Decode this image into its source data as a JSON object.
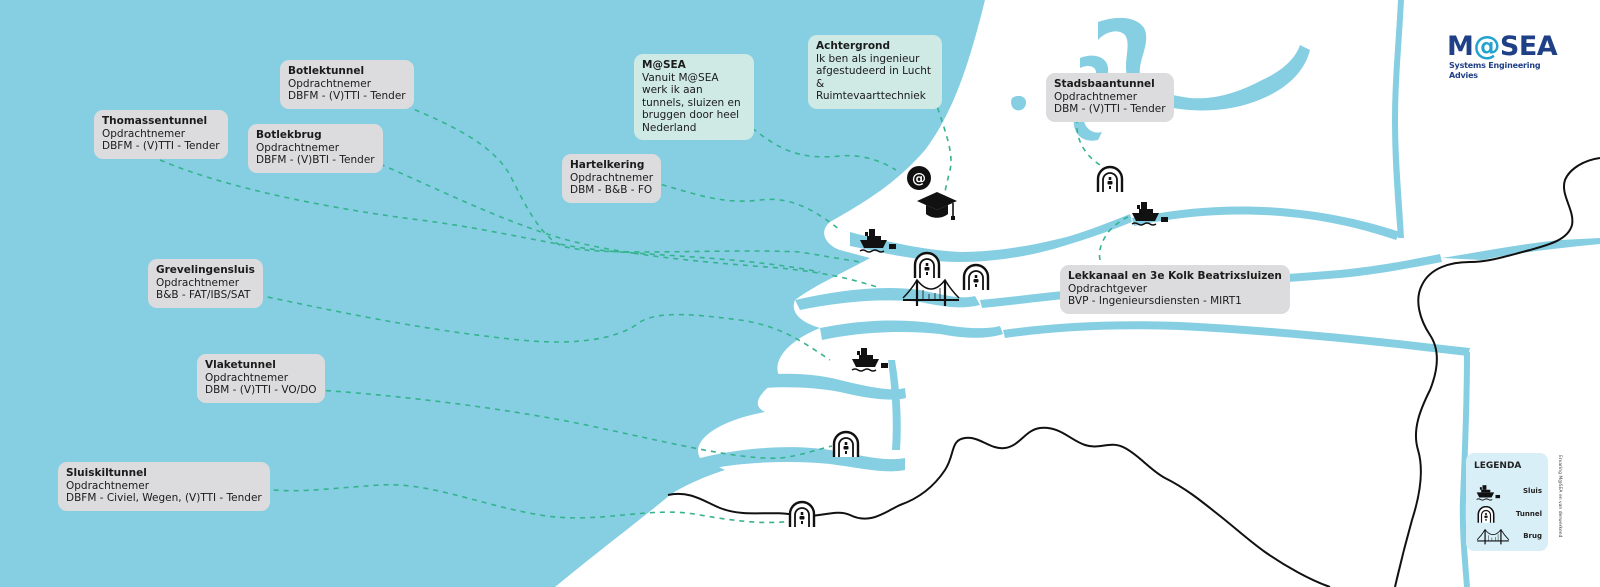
{
  "colors": {
    "sea": "#86cfe3",
    "land": "#ffffff",
    "route": "#35b38e",
    "card": "#dcdcde",
    "card_highlight": "#cfe9e4",
    "brand": "#1f3f86",
    "brand_accent": "#22a2cf"
  },
  "logo": {
    "brand_left": "M",
    "brand_at": "@",
    "brand_right": "SEA",
    "subtitle": "Systems Engineering Advies"
  },
  "intro": {
    "title": "M@SEA",
    "text": "Vanuit M@SEA werk ik aan tunnels, sluizen en bruggen door heel Nederland"
  },
  "background": {
    "title": "Achtergrond",
    "text": "Ik ben als ingenieur afgestudeerd in Lucht & Ruimtevaarttechniek"
  },
  "projects": [
    {
      "name": "Botlektunnel",
      "role": "Opdrachtnemer",
      "contract": "DBFM - (V)TTI - Tender"
    },
    {
      "name": "Thomassentunnel",
      "role": "Opdrachtnemer",
      "contract": "DBFM - (V)TTI - Tender"
    },
    {
      "name": "Botlekbrug",
      "role": "Opdrachtnemer",
      "contract": "DBFM - (V)BTI - Tender"
    },
    {
      "name": "Hartelkering",
      "role": "Opdrachtnemer",
      "contract": "DBM - B&B - FO"
    },
    {
      "name": "Grevelingensluis",
      "role": "Opdrachtnemer",
      "contract": "B&B - FAT/IBS/SAT"
    },
    {
      "name": "Vlaketunnel",
      "role": "Opdrachtnemer",
      "contract": "DBM - (V)TTI - VO/DO"
    },
    {
      "name": "Sluiskiltunnel",
      "role": "Opdrachtnemer",
      "contract": "DBFM - Civiel, Wegen, (V)TTI - Tender"
    },
    {
      "name": "Stadsbaantunnel",
      "role": "Opdrachtnemer",
      "contract": "DBM - (V)TTI - Tender"
    },
    {
      "name": "Lekkanaal en 3e Kolk Beatrixsluizen",
      "role": "Opdrachtgever",
      "contract": "BVP - Ingenieursdiensten - MIRT1"
    }
  ],
  "legend": {
    "title": "LEGENDA",
    "items": [
      {
        "label": "Sluis",
        "icon": "ship-lock-icon"
      },
      {
        "label": "Tunnel",
        "icon": "tunnel-icon"
      },
      {
        "label": "Brug",
        "icon": "bridge-icon"
      }
    ]
  },
  "credit": "Ervaring M@SEA en van derwerkend"
}
